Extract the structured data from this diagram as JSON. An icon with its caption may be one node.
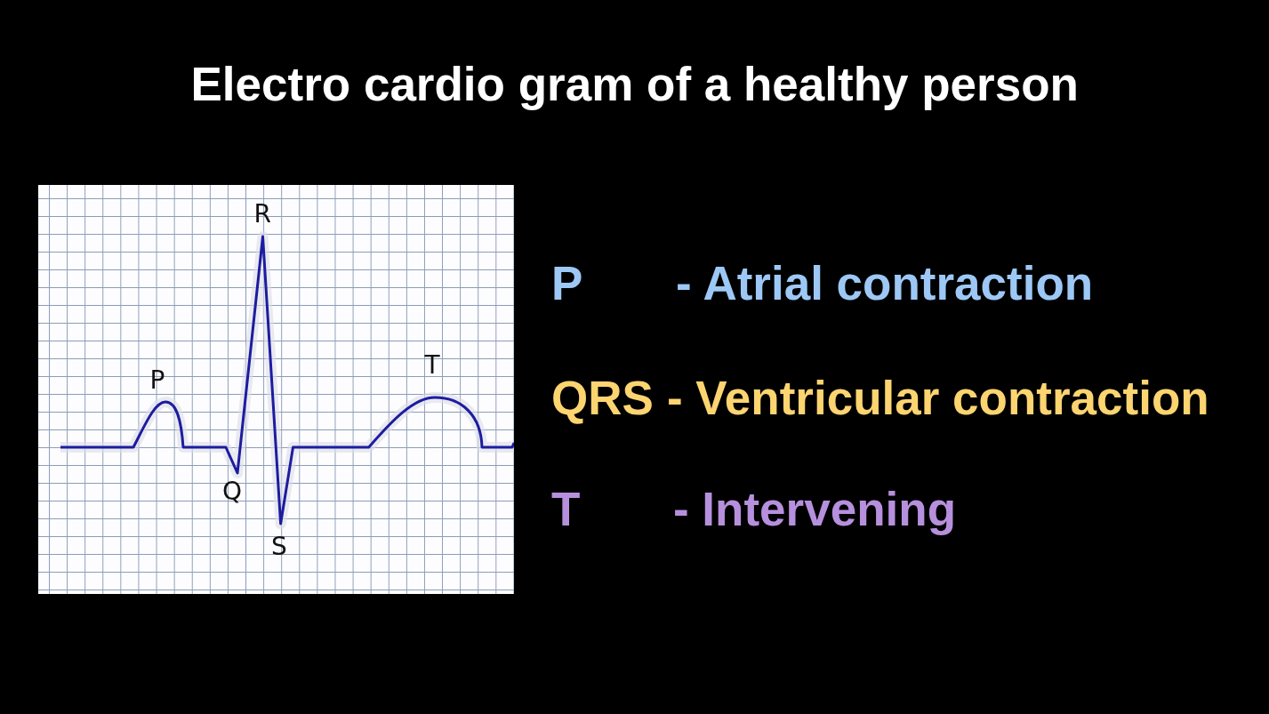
{
  "diagram": {
    "title": "Electro cardio gram of a healthy person",
    "labels": [
      "R",
      "P",
      "T",
      "Q",
      "S",
      "P",
      "- Atrial contraction",
      "QRS",
      "- Ventricular contraction",
      "T",
      "- Intervening"
    ]
  }
}
